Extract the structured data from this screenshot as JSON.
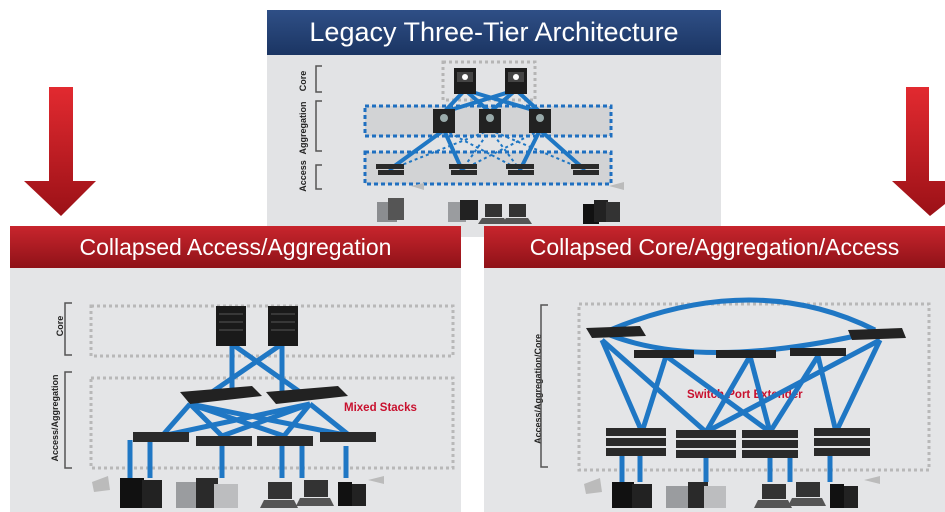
{
  "top": {
    "title": "Legacy Three-Tier Architecture",
    "tiers": {
      "core": "Core",
      "aggregation": "Aggregation",
      "access": "Access"
    }
  },
  "arrows": {
    "left_label": "Mixed Stacks",
    "right_label": "Switch Port Extender"
  },
  "left_panel": {
    "title": "Collapsed Access/Aggregation",
    "tiers": {
      "core": "Core",
      "access_aggregation": "Access/Aggregation"
    },
    "annotation": "Mixed Stacks"
  },
  "right_panel": {
    "title": "Collapsed Core/Aggregation/Access",
    "tier": "Access/Aggregation/Core",
    "annotation": "Switch Port Extender"
  },
  "colors": {
    "link_blue": "#1f77c4",
    "title_navy": "#1b3563",
    "title_red": "#b31b23",
    "panel_gray": "#e4e5e7"
  }
}
